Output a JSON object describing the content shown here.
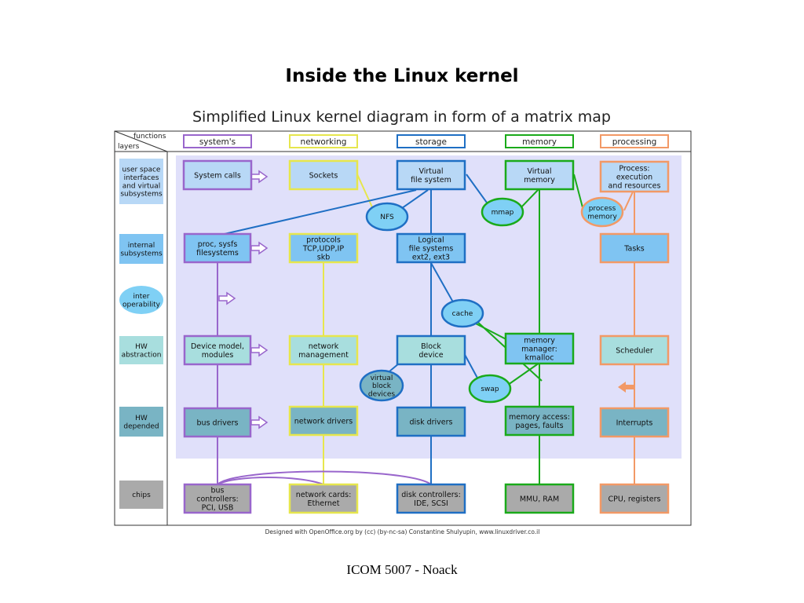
{
  "slide": {
    "title": "Inside the Linux kernel",
    "footer": "ICOM 5007 - Noack"
  },
  "diagram": {
    "title": "Simplified Linux kernel diagram in form of a matrix map",
    "corner": {
      "functions": "functions",
      "layers": "layers"
    },
    "credit": "Designed with OpenOffice.org by (cc) (by-nc-sa) Constantine Shulyupin, www.linuxdriver.co.il",
    "colors": {
      "system": "#9966cc",
      "networking": "#e6e64d",
      "storage": "#1f6fc4",
      "memory": "#1aaa1a",
      "processing": "#f29966",
      "panel": "#e0e0fa"
    },
    "columns": [
      {
        "id": "system",
        "label": "system's"
      },
      {
        "id": "networking",
        "label": "networking"
      },
      {
        "id": "storage",
        "label": "storage"
      },
      {
        "id": "memory",
        "label": "memory"
      },
      {
        "id": "processing",
        "label": "processing"
      }
    ],
    "layers": [
      {
        "id": "user",
        "lines": [
          "user space",
          "interfaces",
          "and virtual",
          "subsystems"
        ]
      },
      {
        "id": "internal",
        "lines": [
          "internal",
          "subsystems"
        ]
      },
      {
        "id": "inter",
        "lines": [
          "inter",
          "operability"
        ]
      },
      {
        "id": "hwabs",
        "lines": [
          "HW",
          "abstraction"
        ]
      },
      {
        "id": "hwdep",
        "lines": [
          "HW",
          "depended"
        ]
      },
      {
        "id": "chips",
        "lines": [
          "chips"
        ]
      }
    ],
    "nodes": {
      "system_calls": [
        "System calls"
      ],
      "sockets": [
        "Sockets"
      ],
      "vfs": [
        "Virtual",
        "file system"
      ],
      "virtual_memory": [
        "Virtual",
        "memory"
      ],
      "process": [
        "Process:",
        "execution",
        "and resources"
      ],
      "proc_sysfs": [
        "proc, sysfs",
        "filesystems"
      ],
      "protocols": [
        "protocols",
        "TCP,UDP,IP",
        "skb"
      ],
      "logical_fs": [
        "Logical",
        "file systems",
        "ext2, ext3"
      ],
      "tasks": [
        "Tasks"
      ],
      "device_model": [
        "Device model,",
        "modules"
      ],
      "network_mgmt": [
        "network",
        "management"
      ],
      "block_device": [
        "Block",
        "device"
      ],
      "memory_manager": [
        "memory",
        "manager:",
        "kmalloc"
      ],
      "scheduler": [
        "Scheduler"
      ],
      "bus_drivers": [
        "bus drivers"
      ],
      "network_drivers": [
        "network drivers"
      ],
      "disk_drivers": [
        "disk drivers"
      ],
      "memory_access": [
        "memory access:",
        "pages, faults"
      ],
      "interrupts": [
        "Interrupts"
      ],
      "bus_controllers": [
        "bus",
        "controllers:",
        "PCI, USB"
      ],
      "network_cards": [
        "network cards:",
        "Ethernet"
      ],
      "disk_controllers": [
        "disk controllers:",
        "IDE, SCSI"
      ],
      "mmu_ram": [
        "MMU, RAM"
      ],
      "cpu_registers": [
        "CPU, registers"
      ]
    },
    "ellipses": {
      "nfs": [
        "NFS"
      ],
      "mmap": [
        "mmap"
      ],
      "process_memory": [
        "process",
        "memory"
      ],
      "cache": [
        "cache"
      ],
      "virtual_block": [
        "virtual",
        "block",
        "devices"
      ],
      "swap": [
        "swap"
      ]
    }
  }
}
